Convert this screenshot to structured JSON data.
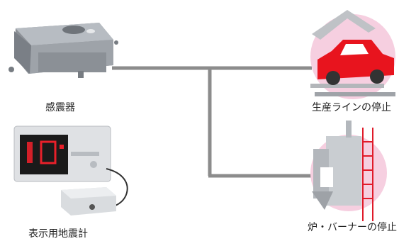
{
  "nodes": [
    {
      "id": "sensor",
      "label": "感震器",
      "icon": "seismic-sensor-box"
    },
    {
      "id": "display",
      "label": "表示用地震計",
      "icon": "display-seismometer"
    },
    {
      "id": "production",
      "label": "生産ラインの停止",
      "icon": "car-production-line"
    },
    {
      "id": "burner",
      "label": "炉・バーナーの停止",
      "icon": "furnace-burner"
    }
  ],
  "edges": [
    {
      "from": "sensor",
      "to": "production"
    },
    {
      "from": "sensor",
      "to": "burner"
    }
  ],
  "colors": {
    "connector": "#8c8c8c",
    "highlight_circle": "#f6cfe0",
    "car": "#e8141e",
    "ladder": "#e01b2a",
    "display_digits": "#e8202a"
  }
}
